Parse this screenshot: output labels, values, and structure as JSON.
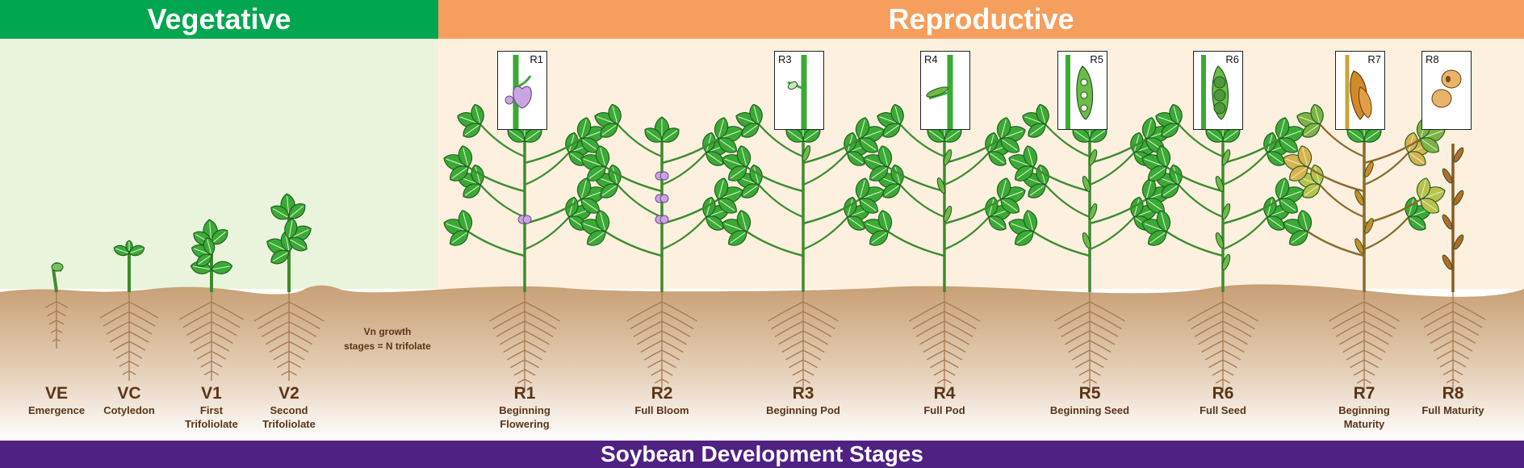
{
  "headers": {
    "vegetative": "Vegetative",
    "reproductive": "Reproductive"
  },
  "footer_title": "Soybean Development Stages",
  "vn_note": "Vn growth\nstages = N trifolate",
  "stages": [
    {
      "code": "VE",
      "name": "Emergence"
    },
    {
      "code": "VC",
      "name": "Cotyledon"
    },
    {
      "code": "V1",
      "name": "First\nTrifoliolate"
    },
    {
      "code": "V2",
      "name": "Second\nTrifoliolate"
    },
    {
      "code": "R1",
      "name": "Beginning\nFlowering"
    },
    {
      "code": "R2",
      "name": "Full Bloom"
    },
    {
      "code": "R3",
      "name": "Beginning Pod"
    },
    {
      "code": "R4",
      "name": "Full Pod"
    },
    {
      "code": "R5",
      "name": "Beginning Seed"
    },
    {
      "code": "R6",
      "name": "Full Seed"
    },
    {
      "code": "R7",
      "name": "Beginning\nMaturity"
    },
    {
      "code": "R8",
      "name": "Full Maturity"
    }
  ],
  "insets": [
    "R1",
    "R3",
    "R4",
    "R5",
    "R6",
    "R7",
    "R8"
  ],
  "colors": {
    "vegetative": "#00a650",
    "reproductive": "#f69e5d",
    "footer": "#4f2183",
    "soil": "#c79f73",
    "leaf": "#3aaa35",
    "flower": "#c9a6df",
    "senescent": "#d08a2a"
  }
}
